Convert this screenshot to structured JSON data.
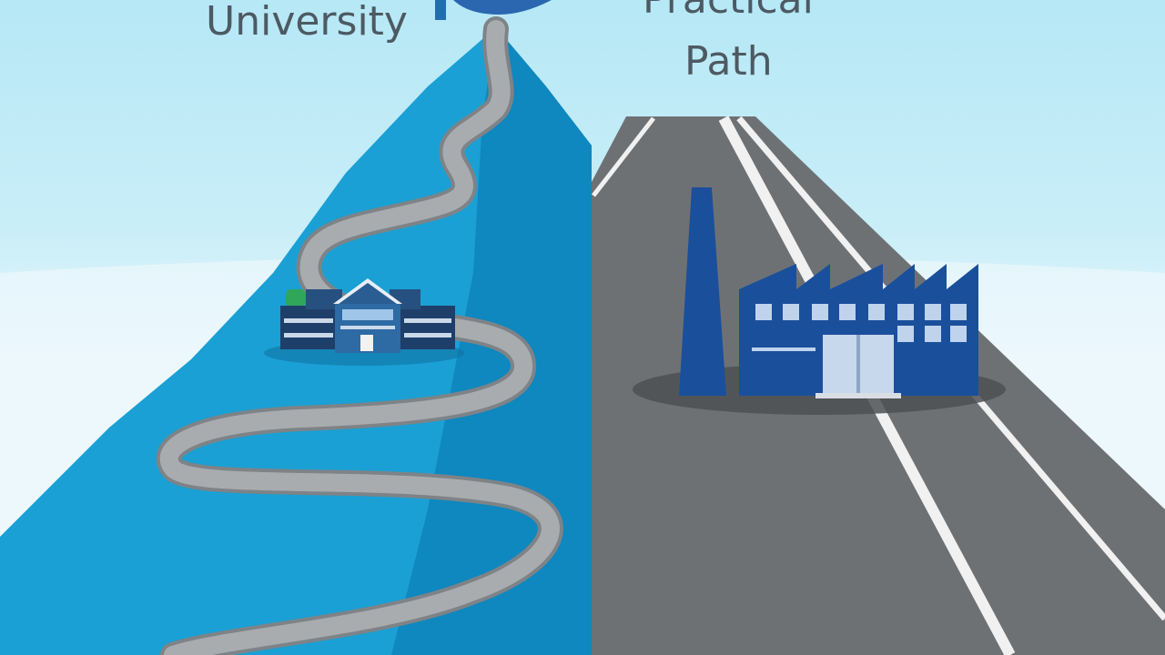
{
  "labels": {
    "left_title": "University",
    "right_title_line1": "Practical",
    "right_title_line2": "Path"
  },
  "colors": {
    "sky_top": "#b6e8f6",
    "sky_bottom": "#f3fafd",
    "mountain_main": "#1aa0d4",
    "mountain_shadow": "#0f87bf",
    "winding_road": "#a9acaf",
    "highway": "#6e7174",
    "highway_lines": "#f1f1f1",
    "factory_blue": "#1a4f9c",
    "factory_window": "#bfd3ec",
    "text": "#4d5a63"
  }
}
